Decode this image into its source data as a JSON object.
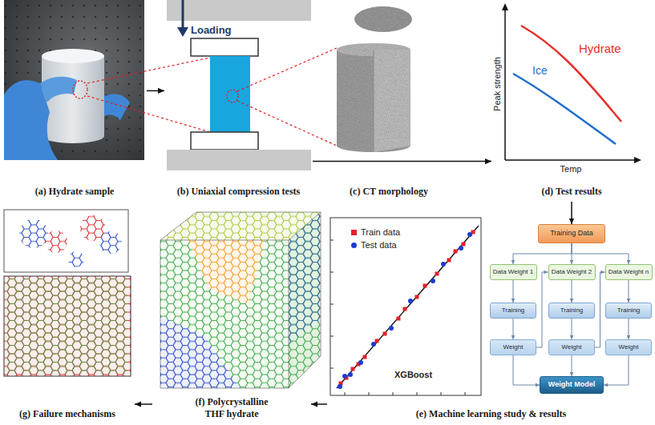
{
  "diagram": {
    "nodes": [
      {
        "text": [
          "(a) Hydrate sample"
        ]
      },
      {
        "text": [
          "(b) Uniaxial compression tests"
        ]
      },
      {
        "text": [
          "(c) CT morphology"
        ]
      },
      {
        "text": [
          "(d) Test results"
        ]
      },
      {
        "text": [
          "(e) Machine learning study & results"
        ]
      },
      {
        "text": [
          "Training Data"
        ],
        "in": 4
      },
      {
        "text": [
          "Data Weight 1"
        ],
        "in": 4
      },
      {
        "text": [
          "Data Weight 2"
        ],
        "in": 4
      },
      {
        "text": [
          "Data Weight n"
        ],
        "in": 4
      },
      {
        "text": [
          "Training"
        ],
        "in": 4
      },
      {
        "text": [
          "Training"
        ],
        "in": 4
      },
      {
        "text": [
          "Training"
        ],
        "in": 4
      },
      {
        "text": [
          "Weight"
        ],
        "in": 4
      },
      {
        "text": [
          "Weight"
        ],
        "in": 4
      },
      {
        "text": [
          "Weight"
        ],
        "in": 4
      },
      {
        "text": [
          "Weight Model"
        ],
        "in": 4
      },
      {
        "text": [
          "(f) Polycrystalline THF hydrate"
        ]
      },
      {
        "text": [
          "(g) Failure mechanisms"
        ]
      }
    ],
    "edges": [
      {
        "from": 0,
        "to": 1,
        "arrow": "to"
      },
      {
        "from": 1,
        "to": 3,
        "arrow": "to"
      },
      {
        "from": 3,
        "to": 5,
        "arrow": "to"
      },
      {
        "from": 5,
        "to": 6,
        "arrow": "to"
      },
      {
        "from": 5,
        "to": 7,
        "arrow": "to"
      },
      {
        "from": 5,
        "to": 8,
        "arrow": "to"
      },
      {
        "from": 6,
        "to": 9,
        "arrow": "to"
      },
      {
        "from": 7,
        "to": 10,
        "arrow": "to"
      },
      {
        "from": 8,
        "to": 11,
        "arrow": "to"
      },
      {
        "from": 9,
        "to": 12,
        "arrow": "to"
      },
      {
        "from": 10,
        "to": 13,
        "arrow": "to"
      },
      {
        "from": 11,
        "to": 14,
        "arrow": "to"
      },
      {
        "from": 12,
        "to": 7,
        "arrow": "to"
      },
      {
        "from": 13,
        "to": 8,
        "arrow": "to"
      },
      {
        "from": 12,
        "to": 15,
        "arrow": "to"
      },
      {
        "from": 13,
        "to": 15,
        "arrow": "to"
      },
      {
        "from": 14,
        "to": 15,
        "arrow": "to"
      },
      {
        "from": 4,
        "to": 16,
        "arrow": "to"
      },
      {
        "from": 16,
        "to": 17,
        "arrow": "to"
      }
    ],
    "labels": [
      "Loading",
      "Peak strength",
      "Temp",
      "Hydrate",
      "Ice",
      "XGBoost"
    ],
    "legend": [
      {
        "text": "Train data",
        "color": "#e5202a"
      },
      {
        "text": "Test data",
        "color": "#1a3ccf"
      }
    ]
  }
}
